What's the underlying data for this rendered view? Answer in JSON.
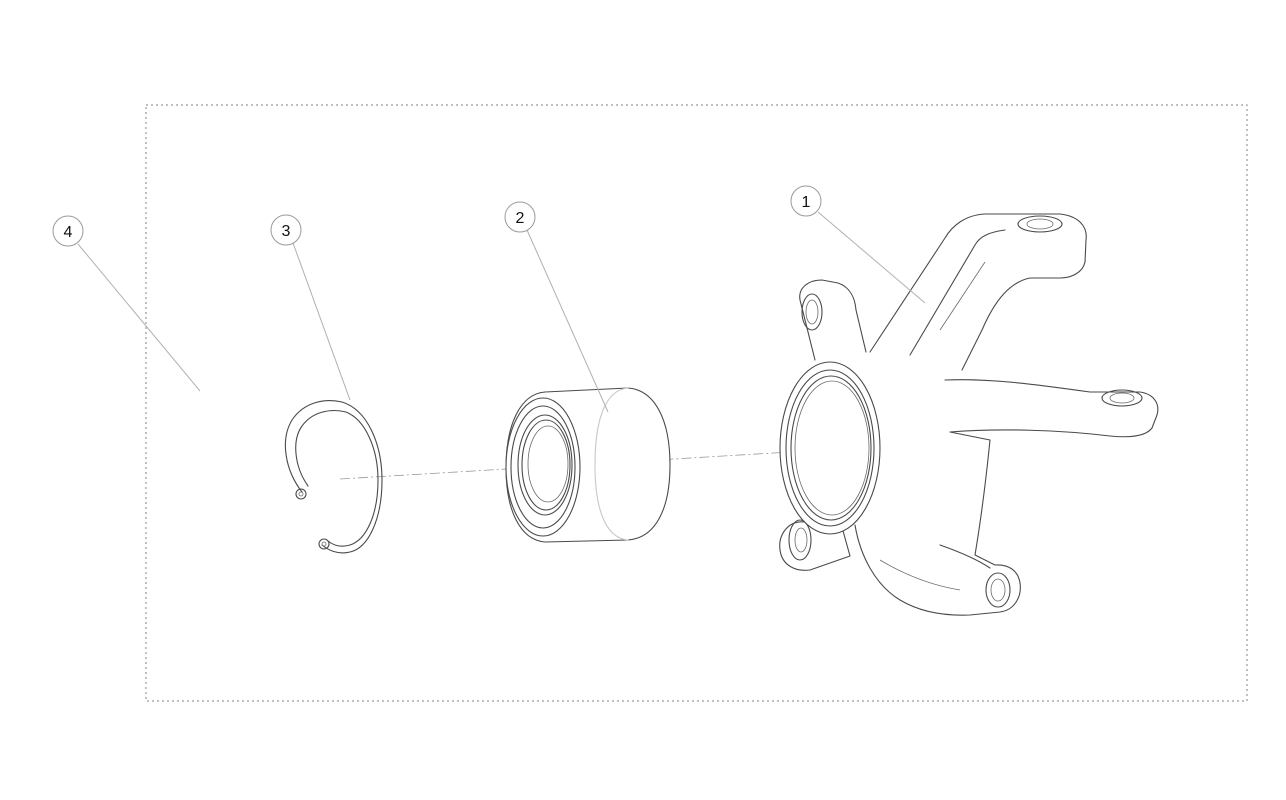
{
  "callouts": [
    {
      "number": "1"
    },
    {
      "number": "2"
    },
    {
      "number": "3"
    },
    {
      "number": "4"
    }
  ],
  "colors": {
    "line": "#4a4a4a",
    "leader": "#b0b0b0",
    "frame": "#9a9a9a",
    "background": "#ffffff"
  }
}
